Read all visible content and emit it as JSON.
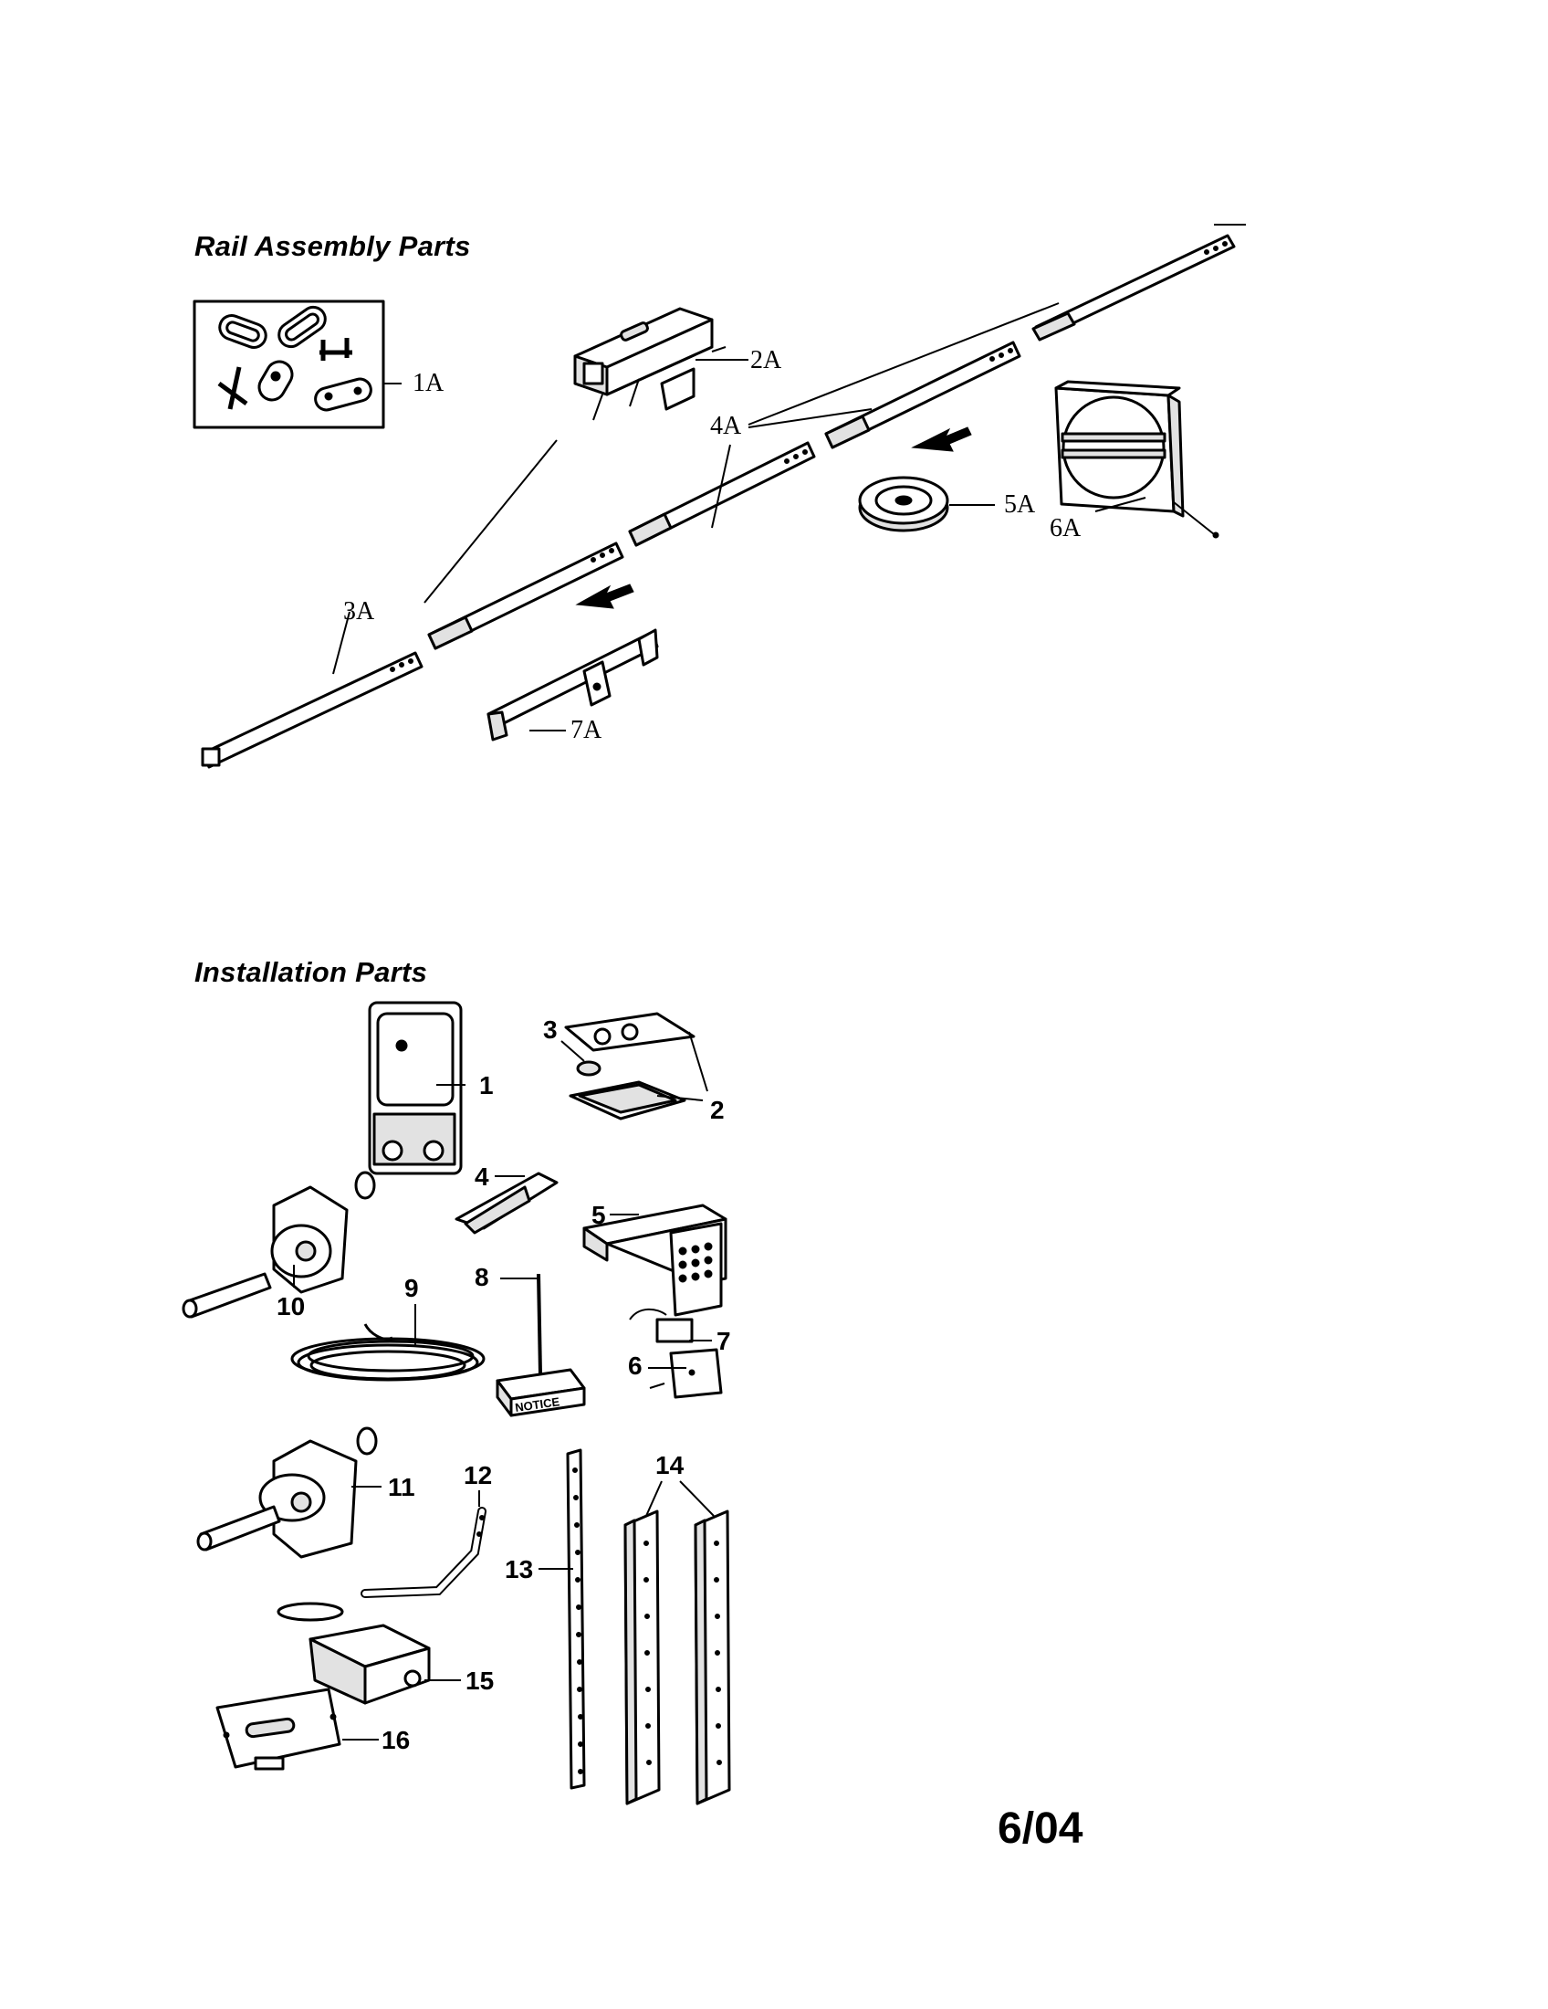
{
  "sections": {
    "rail_title": "Rail Assembly Parts",
    "install_title": "Installation Parts"
  },
  "rail_labels": [
    "1A",
    "2A",
    "3A",
    "4A",
    "5A",
    "6A",
    "7A"
  ],
  "install_labels": [
    "1",
    "2",
    "3",
    "4",
    "5",
    "6",
    "7",
    "8",
    "9",
    "10",
    "11",
    "12",
    "13",
    "14",
    "15",
    "16"
  ],
  "notice_text": "NOTICE",
  "date_code": "6/04"
}
